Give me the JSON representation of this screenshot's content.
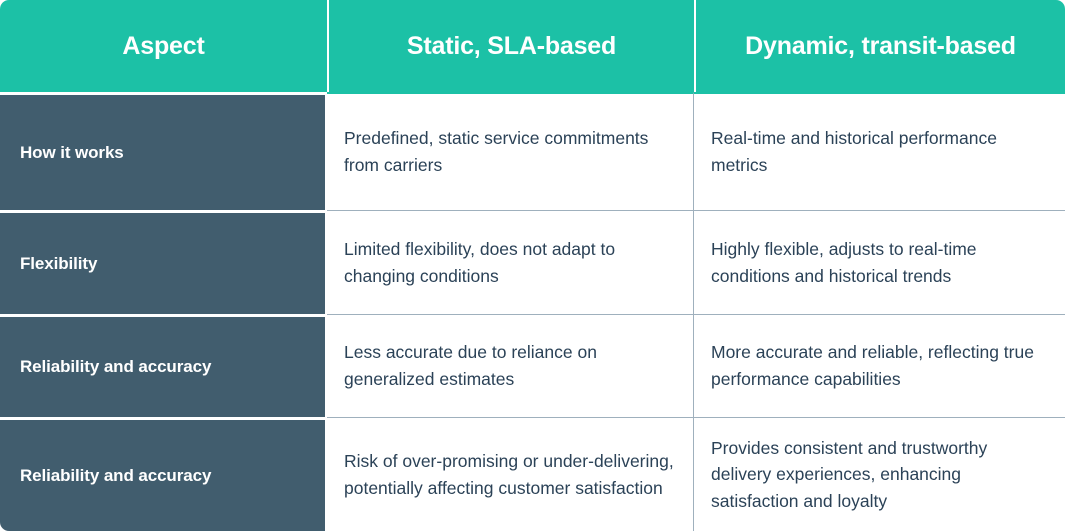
{
  "table": {
    "colors": {
      "header_bg": "#1cc1a6",
      "header_text": "#ffffff",
      "aspect_cell_bg": "#415d6e",
      "aspect_cell_text": "#ffffff",
      "body_text": "#2b4257",
      "body_bg": "#ffffff",
      "divider": "#9fb0bd"
    },
    "headers": [
      "Aspect",
      "Static, SLA-based",
      "Dynamic, transit-based"
    ],
    "rows": [
      {
        "aspect": "How it works",
        "static": "Predefined, static service commitments from carriers",
        "dynamic": "Real-time and historical performance metrics"
      },
      {
        "aspect": "Flexibility",
        "static": "Limited flexibility, does not adapt to changing conditions",
        "dynamic": "Highly flexible, adjusts to real-time conditions and historical trends"
      },
      {
        "aspect": "Reliability and accuracy",
        "static": "Less accurate due to reliance on generalized estimates",
        "dynamic": "More accurate and reliable, reflecting true performance capabilities"
      },
      {
        "aspect": "Reliability and accuracy",
        "static": "Risk of over-promising or under-delivering, potentially affecting customer satisfaction",
        "dynamic": "Provides consistent and trustworthy delivery experiences, enhancing satisfaction and loyalty"
      }
    ]
  }
}
